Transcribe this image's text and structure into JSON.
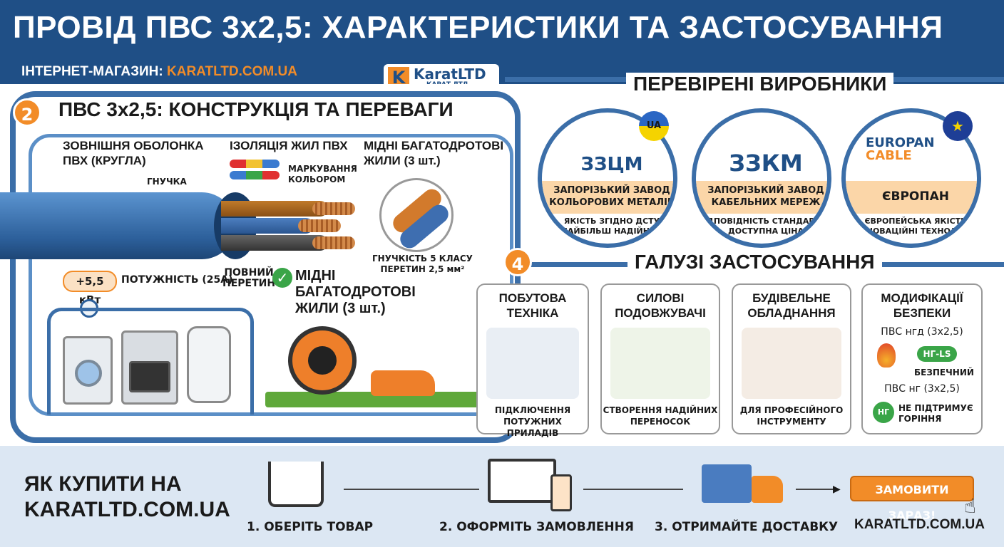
{
  "header": {
    "title": "ПРОВІД ПВС 3х2,5: ХАРАКТЕРИСТИКИ ТА ЗАСТОСУВАННЯ",
    "shop_key": "ІНТЕРНЕТ-МАГАЗИН:",
    "shop_url": "KARATLTD.COM.UA"
  },
  "logo": {
    "mark": "K",
    "name": "KaratLTD",
    "sub": "КАРАТ ЛТД"
  },
  "construction": {
    "badge": "2",
    "title": "ПВС 3х2,5: КОНСТРУКЦІЯ ТА ПЕРЕВАГИ",
    "sheath_label_1": "ЗОВНІШНЯ ОБОЛОНКА",
    "sheath_label_2": "ПВХ (КРУГЛА)",
    "flexible": "ГНУЧКА",
    "insulation": "ІЗОЛЯЦІЯ ЖИЛ ПВХ",
    "marking_1": "МАРКУВАННЯ",
    "marking_2": "КОЛЬОРОМ",
    "copper_1": "МІДНІ БАГАТОДРОТОВІ",
    "copper_2": "ЖИЛИ (3 шт.)",
    "flex_class_1": "ГНУЧКІСТЬ 5 КЛАСУ",
    "flex_class_2": "ПЕРЕТИН 2,5 мм²",
    "power_badge": "+5,5 кВт",
    "power_label": "ПОТУЖНІСТЬ (25А)",
    "full_1": "ПОВНИЙ",
    "full_2": "ПЕРЕТИН",
    "check": "✓",
    "big_copper_1": "МІДНІ",
    "big_copper_2": "БАГАТОДРОТОВІ",
    "big_copper_3": "ЖИЛИ (3 шт.)"
  },
  "manufacturers": {
    "title": "ПЕРЕВІРЕНІ ВИРОБНИКИ",
    "items": [
      {
        "logo": "ЗЗЦМ",
        "flag": "UA",
        "name_1": "ЗАПОРІЗЬКИЙ ЗАВОД",
        "name_2": "КОЛЬОРОВИХ МЕТАЛІВ",
        "sub_1": "ЯКІСТЬ ЗГІДНО ДСТУ",
        "sub_2": "НАЙБІЛЬШ НАДІЙНИЙ"
      },
      {
        "logo": "ЗЗКМ",
        "name_1": "ЗАПОРІЗЬКИЙ ЗАВОД",
        "name_2": "КАБЕЛЬНИХ МЕРЕЖ",
        "sub_1": "ВІДПОВІДНІСТЬ СТАНДАРТАМ",
        "sub_2": "ДОСТУПНА ЦІНА"
      },
      {
        "logo_1": "EUROPAN",
        "logo_2": "CABLE",
        "name_1": "ЄВРОПАН",
        "sub_1": "ЄВРОПЕЙСЬКА ЯКІСТЬ",
        "sub_2": "ІННОВАЦІЙНІ ТЕХНОЛОГІЇ"
      }
    ]
  },
  "applications": {
    "badge": "4",
    "title": "ГАЛУЗІ ЗАСТОСУВАННЯ",
    "cards": [
      {
        "t1": "ПОБУТОВА",
        "t2": "ТЕХНІКА",
        "b1": "ПІДКЛЮЧЕННЯ",
        "b2": "ПОТУЖНИХ ПРИЛАДІВ"
      },
      {
        "t1": "СИЛОВІ",
        "t2": "ПОДОВЖУВАЧІ",
        "b1": "СТВОРЕННЯ НАДІЙНИХ",
        "b2": "ПЕРЕНОСОК"
      },
      {
        "t1": "БУДІВЕЛЬНЕ",
        "t2": "ОБЛАДНАННЯ",
        "b1": "ДЛЯ ПРОФЕСІЙНОГО",
        "b2": "ІНСТРУМЕНТУ"
      },
      {
        "t1": "МОДИФІКАЦІЇ",
        "t2": "БЕЗПЕКИ",
        "m1": "ПВС нгд (3х2,5)",
        "tag1": "НГ-LS",
        "d1": "БЕЗПЕЧНИЙ",
        "m2": "ПВС нг (3х2,5)",
        "tag2": "НГ",
        "d2a": "НЕ ПІДТРИМУЄ",
        "d2b": "ГОРІННЯ"
      }
    ]
  },
  "how_to_buy": {
    "title_1": "ЯК КУПИТИ НА",
    "title_2": "KARATLTD.COM.UA",
    "step1": "1. ОБЕРІТЬ ТОВАР",
    "step2": "2. ОФОРМІТЬ ЗАМОВЛЕННЯ",
    "step3": "3. ОТРИМАЙТЕ ДОСТАВКУ",
    "order_button": "ЗАМОВИТИ ЗАРАЗ!",
    "url": "KARATLTD.COM.UA"
  },
  "colors": {
    "brand_blue": "#1f4f86",
    "accent_orange": "#f28c28",
    "green": "#3aa548"
  }
}
